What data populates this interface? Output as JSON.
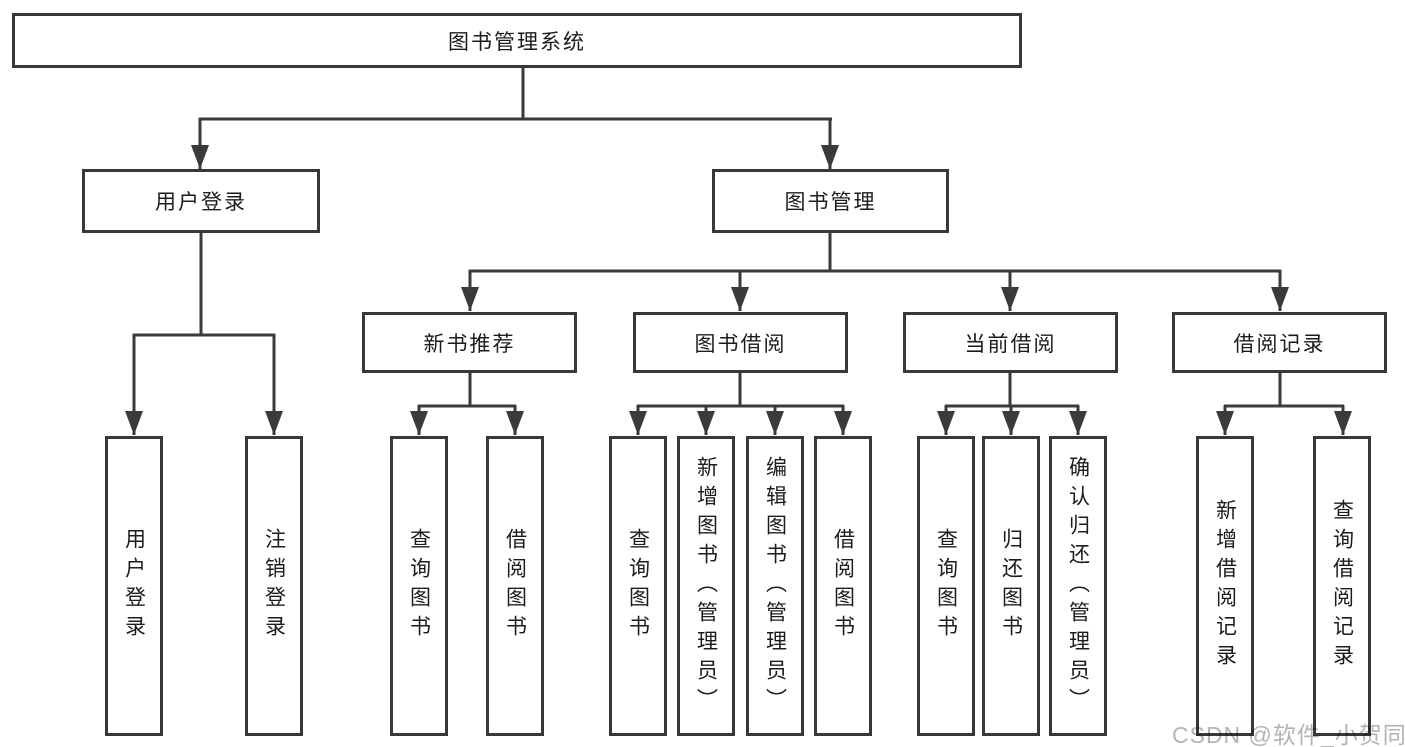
{
  "tree": {
    "label": "图书管理系统",
    "children": [
      {
        "label": "用户登录",
        "children": [
          {
            "label": "用户登录"
          },
          {
            "label": "注销登录"
          }
        ]
      },
      {
        "label": "图书管理",
        "children": [
          {
            "label": "新书推荐",
            "children": [
              {
                "label": "查询图书"
              },
              {
                "label": "借阅图书"
              }
            ]
          },
          {
            "label": "图书借阅",
            "children": [
              {
                "label": "查询图书"
              },
              {
                "label": "新增图书（管理员）"
              },
              {
                "label": "编辑图书（管理员）"
              },
              {
                "label": "借阅图书"
              }
            ]
          },
          {
            "label": "当前借阅",
            "children": [
              {
                "label": "查询图书"
              },
              {
                "label": "归还图书"
              },
              {
                "label": "确认归还（管理员）"
              }
            ]
          },
          {
            "label": "借阅记录",
            "children": [
              {
                "label": "新增借阅记录"
              },
              {
                "label": "查询借阅记录"
              }
            ]
          }
        ]
      }
    ]
  },
  "watermark": {
    "text": "CSDN @软件_小贺同学"
  },
  "colors": {
    "line": "#3a3a3a",
    "border": "#383838",
    "text": "#1c1c1c",
    "watermark": "#b4b4b4"
  }
}
